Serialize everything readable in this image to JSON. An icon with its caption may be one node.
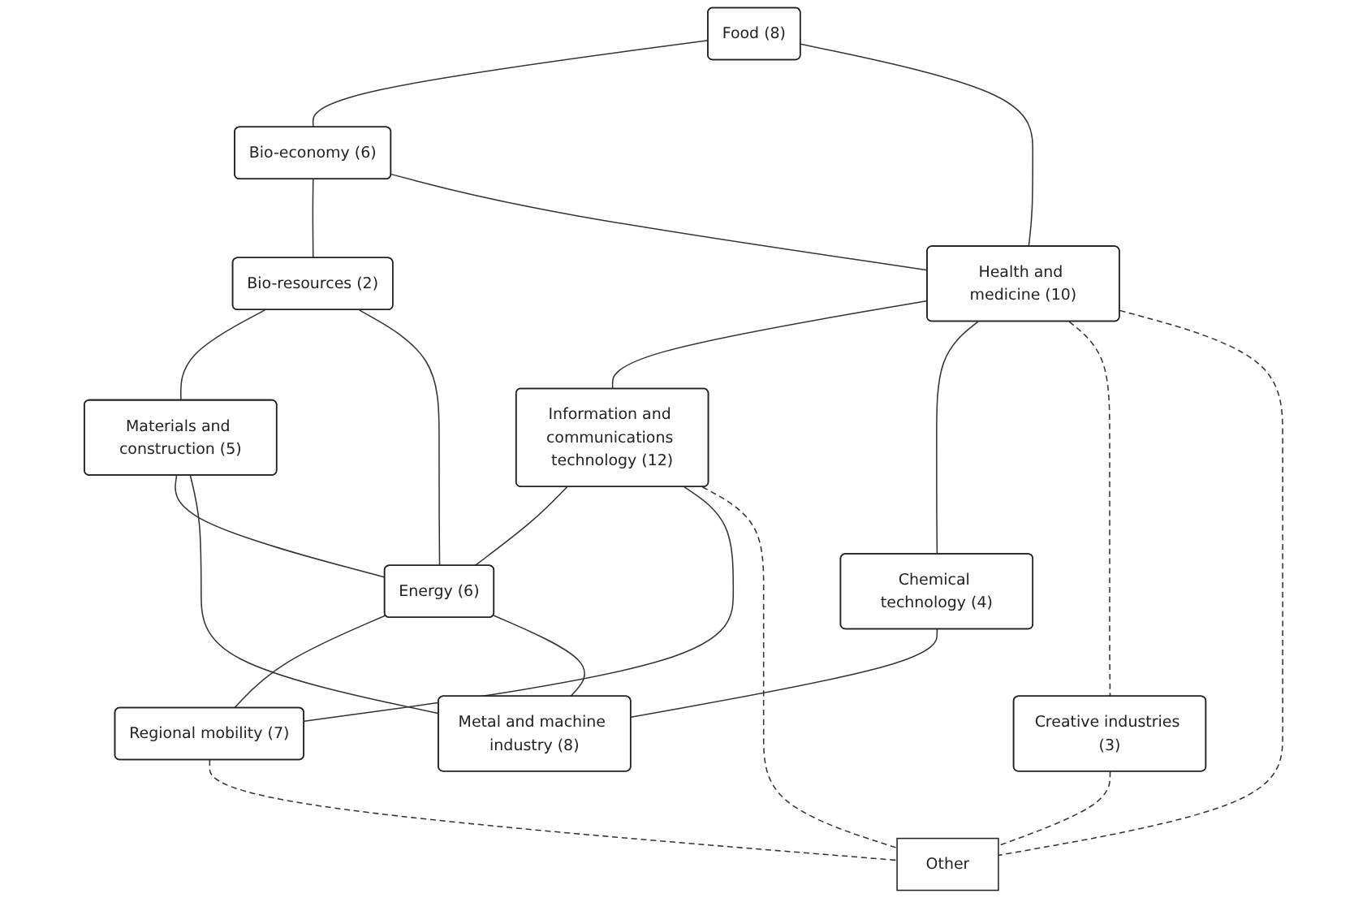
{
  "diagram": {
    "nodes": [
      {
        "text": [
          "Food (8)"
        ]
      },
      {
        "text": [
          "Bio-economy (6)"
        ]
      },
      {
        "text": [
          "Bio-resources (2)"
        ]
      },
      {
        "text": [
          "Materials and construction (5)"
        ]
      },
      {
        "text": [
          "Health and medicine (10)"
        ]
      },
      {
        "text": [
          "Information and communications technology (12)"
        ]
      },
      {
        "text": [
          "Energy (6)"
        ]
      },
      {
        "text": [
          "Chemical technology (4)"
        ]
      },
      {
        "text": [
          "Creative industries (3)"
        ]
      },
      {
        "text": [
          "Regional mobility (7)"
        ]
      },
      {
        "text": [
          "Metal and machine industry (8)"
        ]
      },
      {
        "text": [
          "Other"
        ]
      }
    ],
    "edges": [
      {
        "from": 0,
        "to": 1,
        "arrow": "none"
      },
      {
        "from": 1,
        "to": 2,
        "arrow": "none"
      },
      {
        "from": 2,
        "to": 3,
        "arrow": "none"
      },
      {
        "from": 0,
        "to": 4,
        "arrow": "none"
      },
      {
        "from": 1,
        "to": 4,
        "arrow": "none"
      },
      {
        "from": 2,
        "to": 6,
        "arrow": "none"
      },
      {
        "from": 3,
        "to": 6,
        "arrow": "none"
      },
      {
        "from": 4,
        "to": 5,
        "arrow": "none"
      },
      {
        "from": 5,
        "to": 6,
        "arrow": "none"
      },
      {
        "from": 4,
        "to": 7,
        "arrow": "none"
      },
      {
        "from": 5,
        "to": 9,
        "arrow": "none"
      },
      {
        "from": 6,
        "to": 9,
        "arrow": "none"
      },
      {
        "from": 6,
        "to": 10,
        "arrow": "none"
      },
      {
        "from": 3,
        "to": 10,
        "arrow": "none"
      },
      {
        "from": 7,
        "to": 10,
        "arrow": "none"
      },
      {
        "from": 4,
        "to": 8,
        "arrow": "none",
        "style": "dashed"
      },
      {
        "from": 4,
        "to": 11,
        "arrow": "none",
        "style": "dashed"
      },
      {
        "from": 8,
        "to": 11,
        "arrow": "none",
        "style": "dashed"
      },
      {
        "from": 5,
        "to": 11,
        "arrow": "none",
        "style": "dashed"
      },
      {
        "from": 9,
        "to": 11,
        "arrow": "none",
        "style": "dashed"
      }
    ]
  }
}
